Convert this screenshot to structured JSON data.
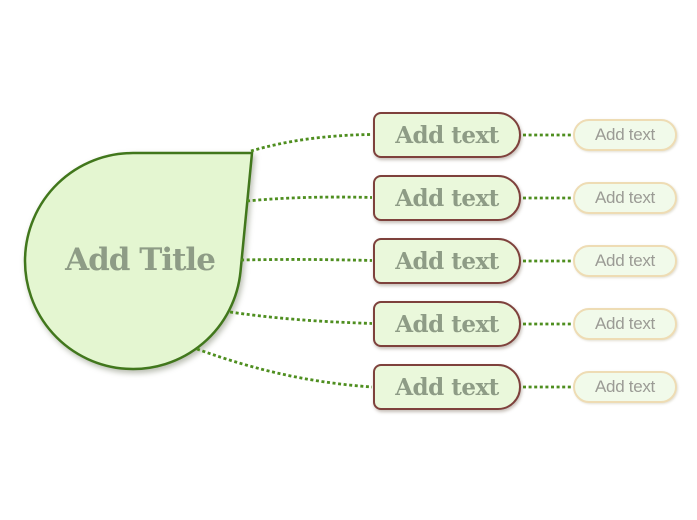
{
  "main_topic": {
    "label": "Add Title"
  },
  "branches": [
    {
      "label": "Add text",
      "leaf": {
        "label": "Add text"
      }
    },
    {
      "label": "Add text",
      "leaf": {
        "label": "Add text"
      }
    },
    {
      "label": "Add text",
      "leaf": {
        "label": "Add text"
      }
    },
    {
      "label": "Add text",
      "leaf": {
        "label": "Add text"
      }
    },
    {
      "label": "Add text",
      "leaf": {
        "label": "Add text"
      }
    }
  ],
  "colors": {
    "background": "#ffffff",
    "main_fill": "#e4f6d1",
    "main_border": "#41771c",
    "topic_text": "#8e9c86",
    "branch_fill": "#eaf8db",
    "branch_border": "#7e413c",
    "branch_text": "#8e9c86",
    "leaf_fill": "#f1faea",
    "leaf_border": "#eedcb4",
    "leaf_text": "#9b9b95",
    "connector": "#4e8e1f"
  }
}
